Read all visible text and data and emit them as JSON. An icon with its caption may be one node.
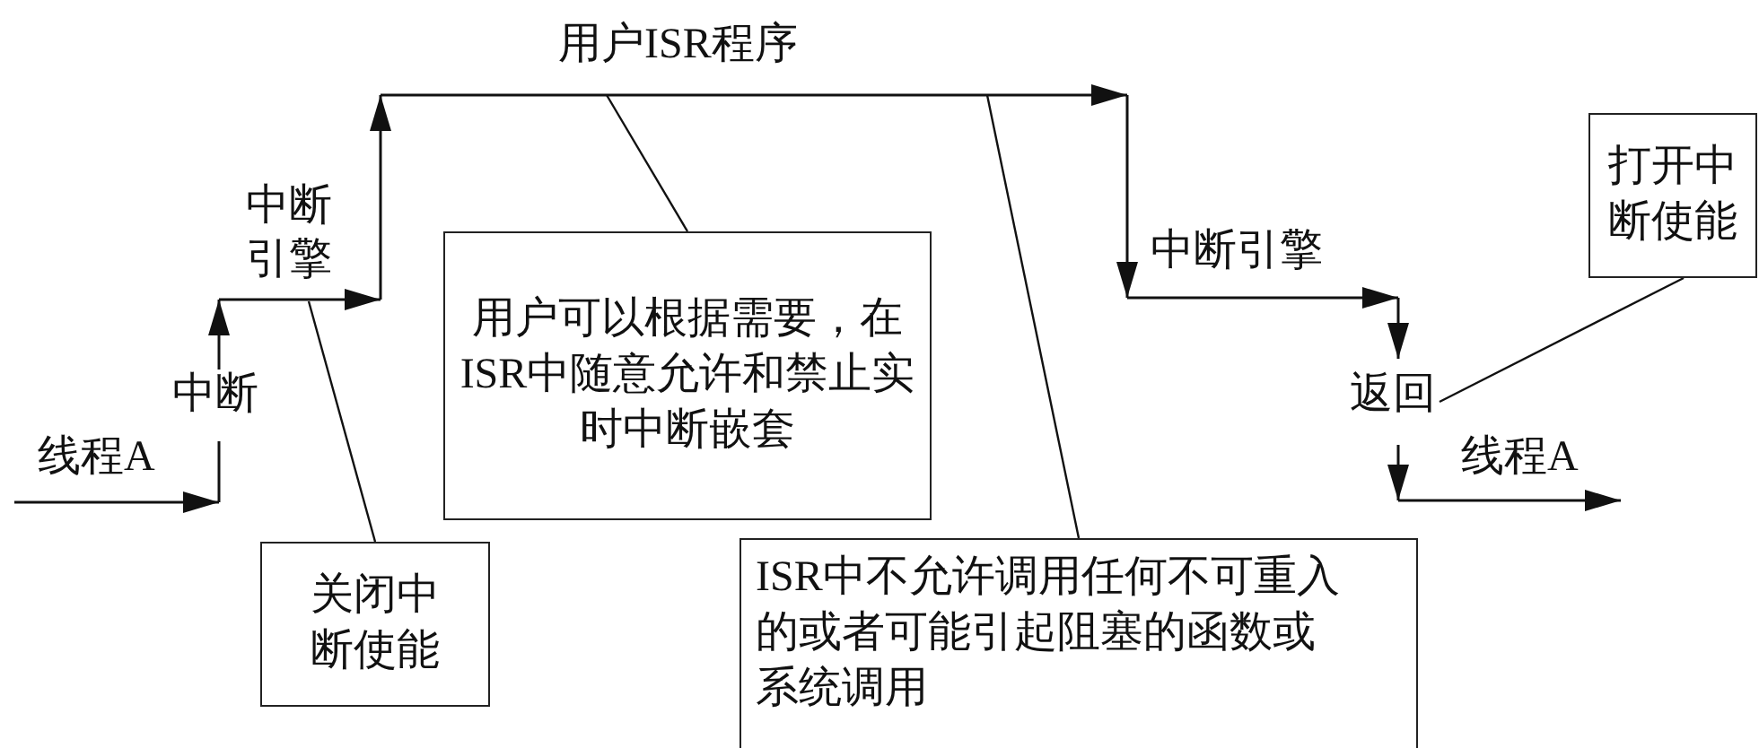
{
  "diagram": {
    "nodes": [
      {
        "text": [
          "关闭中断使能"
        ]
      },
      {
        "text": [
          "用户可以根据需要，在ISR中随意允许和禁止实时中断嵌套"
        ]
      },
      {
        "text": [
          "ISR中不允许调用任何不可重入的或者可能引起阻塞的函数或系统调用"
        ]
      },
      {
        "text": [
          "打开中断使能"
        ]
      },
      {
        "text": [
          "返回"
        ]
      }
    ],
    "edges": [
      {
        "from": 0,
        "to": null,
        "arrow": "none"
      },
      {
        "from": 1,
        "to": null,
        "arrow": "none"
      },
      {
        "from": 2,
        "to": null,
        "arrow": "none"
      },
      {
        "from": 3,
        "to": 4,
        "arrow": "none"
      }
    ],
    "labels": [
      "用户ISR程序",
      "中断引擎",
      "中断引擎",
      "中断",
      "线程A",
      "线程A"
    ]
  }
}
